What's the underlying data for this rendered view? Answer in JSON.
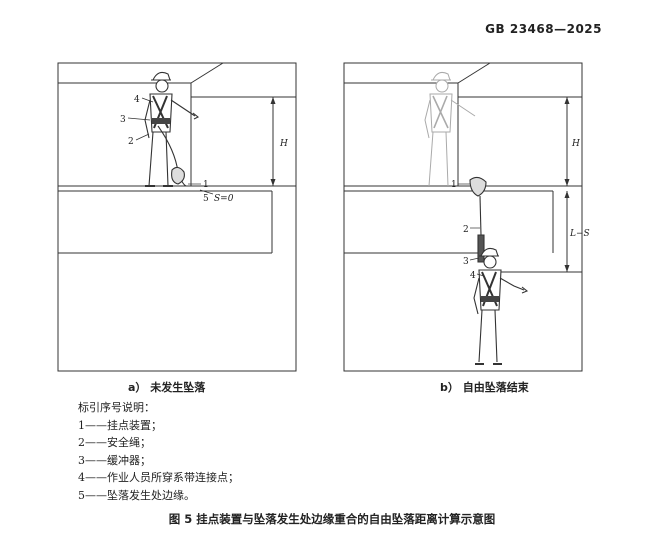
{
  "header": {
    "standard_number": "GB 23468—2025"
  },
  "figure_a": {
    "caption": "a）  未发生坠落",
    "labels": {
      "n1": "1",
      "n2": "2",
      "n3": "3",
      "n4": "4",
      "n5": "5",
      "h": "H",
      "s0": "S=0"
    }
  },
  "figure_b": {
    "caption": "b）  自由坠落结束",
    "labels": {
      "n1": "1",
      "n2": "2",
      "n3": "3",
      "n4": "4",
      "h": "H",
      "ls": "L−S"
    }
  },
  "legend": {
    "title": "标引序号说明：",
    "items": [
      "1——挂点装置；",
      "2——安全绳；",
      "3——缓冲器；",
      "4——作业人员所穿系带连接点；",
      "5——坠落发生处边缘。"
    ]
  },
  "figure_title": "图 5   挂点装置与坠落发生处边缘重合的自由坠落距离计算示意图"
}
